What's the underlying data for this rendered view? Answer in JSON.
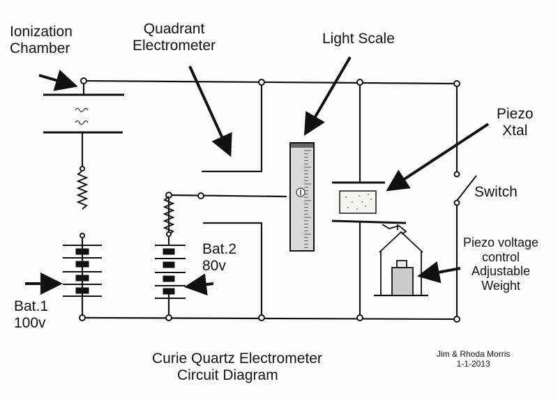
{
  "labels": {
    "ionization_chamber": [
      "Ionization",
      "Chamber"
    ],
    "quadrant_electrometer": [
      "Quadrant",
      "Electrometer"
    ],
    "light_scale": "Light Scale",
    "piezo_xtal": [
      "Piezo",
      "Xtal"
    ],
    "switch": "Switch",
    "piezo_control": [
      "Piezo voltage",
      "control",
      "Adjustable",
      "Weight"
    ],
    "bat1": [
      "Bat.1",
      "100v"
    ],
    "bat2": [
      "Bat.2",
      "80v"
    ]
  },
  "title": [
    "Curie Quartz Electrometer",
    "Circuit Diagram"
  ],
  "credit": [
    "Jim & Rhoda Morris",
    "1-1-2013"
  ],
  "colors": {
    "ink": "#111111",
    "paper": "#fdfdfb",
    "scale_fill": "#d9d9d9"
  }
}
